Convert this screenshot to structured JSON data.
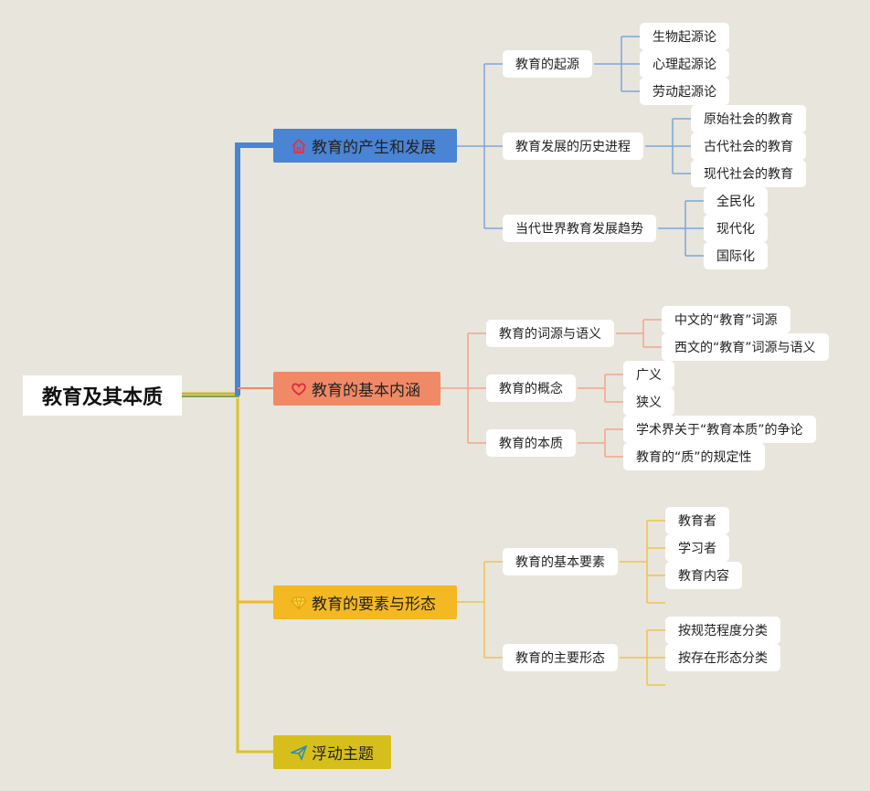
{
  "root": {
    "label": "教育及其本质"
  },
  "branches": [
    {
      "label": "教育的产生和发展",
      "icon": "home-icon",
      "color": "#4a84d4",
      "line_color": "#7aa6dc",
      "children": [
        {
          "label": "教育的起源",
          "children": [
            "生物起源论",
            "心理起源论",
            "劳动起源论"
          ]
        },
        {
          "label": "教育发展的历史进程",
          "children": [
            "原始社会的教育",
            "古代社会的教育",
            "现代社会的教育"
          ]
        },
        {
          "label": "当代世界教育发展趋势",
          "children": [
            "全民化",
            "现代化",
            "国际化"
          ]
        }
      ]
    },
    {
      "label": "教育的基本内涵",
      "icon": "heart-icon",
      "color": "#f08a66",
      "line_color": "#f3a58b",
      "children": [
        {
          "label": "教育的词源与语义",
          "children": [
            "中文的“教育”词源",
            "西文的“教育”词源与语义"
          ]
        },
        {
          "label": "教育的概念",
          "children": [
            "广义",
            "狭义"
          ]
        },
        {
          "label": "教育的本质",
          "children": [
            "学术界关于“教育本质”的争论",
            "教育的“质”的规定性"
          ]
        }
      ]
    },
    {
      "label": "教育的要素与形态",
      "icon": "diamond-icon",
      "color": "#f4b823",
      "line_color": "#f1c24e",
      "children": [
        {
          "label": "教育的基本要素",
          "children": [
            "教育者",
            "学习者",
            "教育内容"
          ]
        },
        {
          "label": "教育的主要形态",
          "children": [
            "按规范程度分类",
            "按存在形态分类"
          ]
        }
      ]
    },
    {
      "label": "浮动主题",
      "icon": "paper-plane-icon",
      "color": "#d6bf1c",
      "line_color": "#d8c12c",
      "children": []
    }
  ]
}
